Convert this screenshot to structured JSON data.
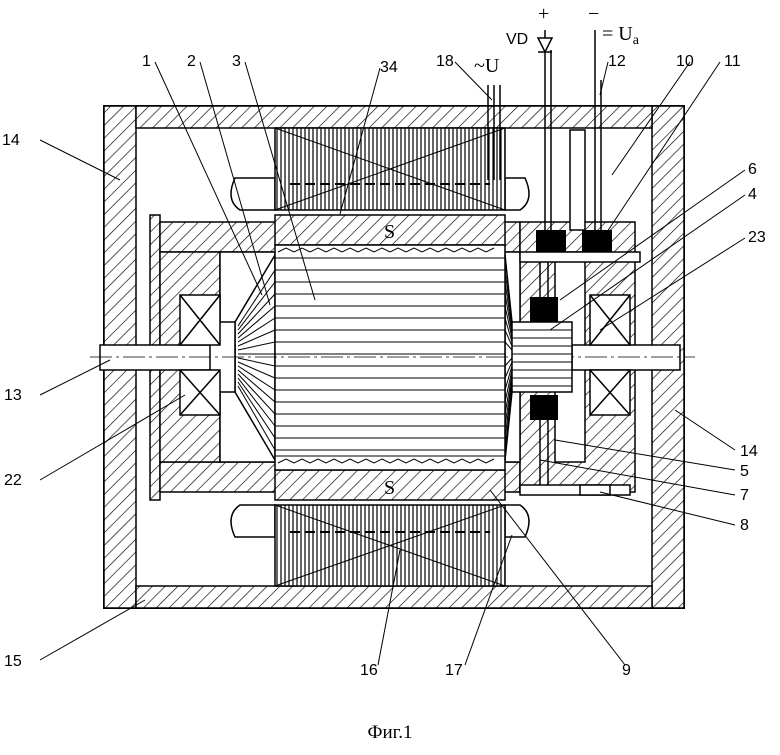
{
  "caption": "Фиг.1",
  "labels": {
    "n1": "1",
    "n2": "2",
    "n3": "3",
    "n34": "34",
    "n18": "18",
    "n12": "12",
    "n10": "10",
    "n11": "11",
    "n6": "6",
    "n4": "4",
    "n23": "23",
    "n14a": "14",
    "n14b": "14",
    "n13": "13",
    "n22": "22",
    "n5": "5",
    "n7": "7",
    "n8": "8",
    "n15": "15",
    "n16": "16",
    "n17": "17",
    "n9": "9"
  },
  "pole_top": "S",
  "pole_bottom": "S",
  "ac_label": "~U",
  "diode_label": "VD",
  "plus_sign": "+",
  "minus_sign": "−",
  "dc_label_prefix": "= U",
  "dc_label_subscript": "a"
}
